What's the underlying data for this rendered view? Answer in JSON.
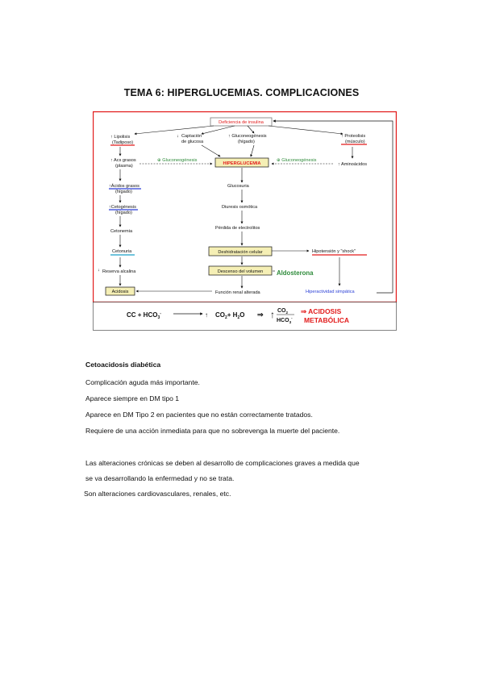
{
  "document": {
    "title": "TEMA 6: HIPERGLUCEMIAS. COMPLICACIONES"
  },
  "diagram": {
    "deficiencia": "Deficiencia de insulina",
    "lipolisis": "↑ Lipolisis",
    "lipolisis_sub": "(Tadiposo)",
    "captacion_1": "Captación",
    "captacion_2": "de glucosa",
    "gluconeo_top_1": "↑ Gluconeogénesis",
    "gluconeo_top_2": "(hígado)",
    "proteolisis": "↑ Proteolisis",
    "proteolisis_sub": "(músculo)",
    "acs_grasos_1": "↑ Acs grasos",
    "acs_grasos_2": "(plasma)",
    "gluconeo_left": "⊕ Gluconeogénesis",
    "hiperglucemia": "HIPERGLUCEMIA",
    "gluconeo_right": "⊕ Gluconeogénesis",
    "aminoacidos": "↑ Aminoácidos",
    "acidos_grasos_1": "↑Ácidos grasos",
    "acidos_grasos_2": "(hígado)",
    "glucosuria": "Glucosuria",
    "cetogenesis_1": "↑Cetogénesis",
    "cetogenesis_2": "(hígado)",
    "diuresis": "Diuresis osmótica",
    "cetonemia": "Cetonemia",
    "perdida": "Pérdida de electrolitos",
    "cetonuria": "Cetonuria",
    "deshidratacion": "Deshidratación celular",
    "hipotension": "Hipotensión y \"shock\"",
    "reserva": "Reserva alcalina",
    "descenso": "Descenso del volumen",
    "aldosterona": "Aldosterona",
    "acidosis": "Acidosis",
    "funcion_renal": "Función renal alterada",
    "hiperactividad": "Hiperactividad simpática",
    "eq_left": "CC + HCO",
    "eq_left_sub": "3",
    "eq_left_sup": "-",
    "eq_mid": "CO",
    "eq_mid_sub": "2",
    "eq_mid_tail": "+ H",
    "eq_mid_sub2": "2",
    "eq_mid_end": "O",
    "eq_num": "CO",
    "eq_num_sub": "2",
    "eq_den": "HCO",
    "eq_den_sub": "3",
    "eq_den_sup": "-",
    "eq_result_1": "⇒ ACIDOSIS",
    "eq_result_2": "METABÓLICA",
    "color_red": "#e21b1b",
    "color_green": "#2e8b3a",
    "color_blue": "#2a3fd6"
  },
  "body": {
    "heading": "Cetoacidosis diabética",
    "lines": [
      "Complicación aguda más importante.",
      "Aparece siempre en DM tipo 1",
      "Aparece en DM Tipo 2 en pacientes que no están correctamente tratados.",
      "Requiere de una acción inmediata para que no sobrevenga la muerte del paciente."
    ],
    "para2": [
      "Las alteraciones crónicas se deben al desarrollo de complicaciones graves a medida que",
      "se va desarrollando la enfermedad y no se trata.",
      "Son alteraciones cardiovasculares, renales, etc."
    ]
  }
}
